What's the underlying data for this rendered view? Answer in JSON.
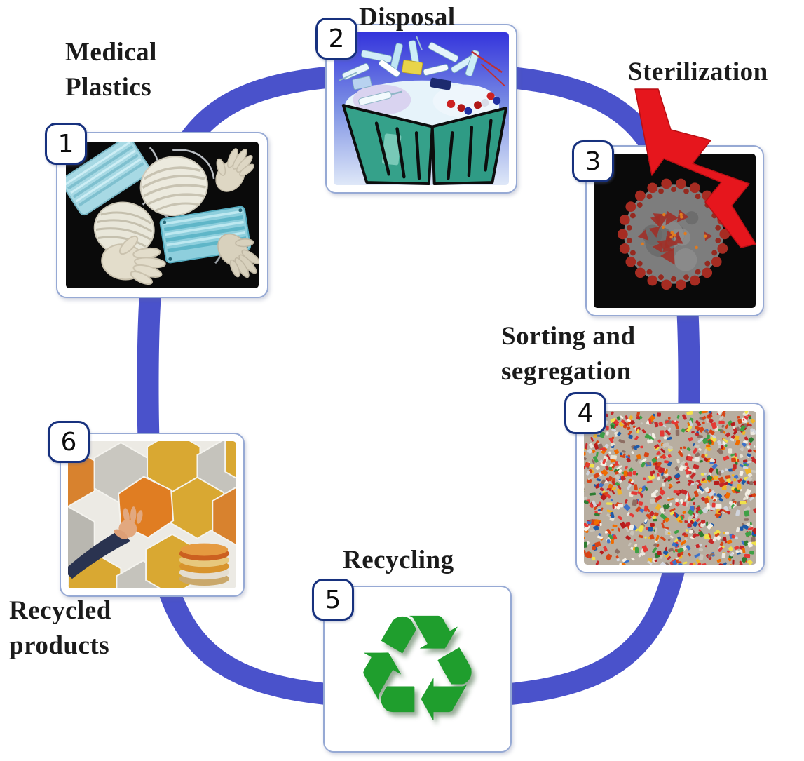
{
  "steps": [
    {
      "number": "1",
      "label": "Medical Plastics",
      "label_lines": [
        "Medical",
        "Plastics"
      ]
    },
    {
      "number": "2",
      "label": "Disposal",
      "label_lines": [
        "Disposal"
      ]
    },
    {
      "number": "3",
      "label": "Sterilization",
      "label_lines": [
        "Sterilization"
      ]
    },
    {
      "number": "4",
      "label": "Sorting and segregation",
      "label_lines": [
        "Sorting and",
        "segregation"
      ]
    },
    {
      "number": "5",
      "label": "Recycling",
      "label_lines": [
        "Recycling"
      ]
    },
    {
      "number": "6",
      "label": "Recycled products",
      "label_lines": [
        "Recycled",
        "products"
      ]
    }
  ],
  "icons": {
    "recycling_symbol": "♻",
    "lightning_bolt": "sterilization-bolt",
    "cycle_ring": "blue-cycle-ring"
  },
  "colors": {
    "ring_blue": "#4a52cb",
    "bolt_red": "#e6161d",
    "card_border": "#96a9d4",
    "badge_border": "#17317e",
    "label_text": "#1b1b1b",
    "recycle_green": "#1f9e2d"
  }
}
